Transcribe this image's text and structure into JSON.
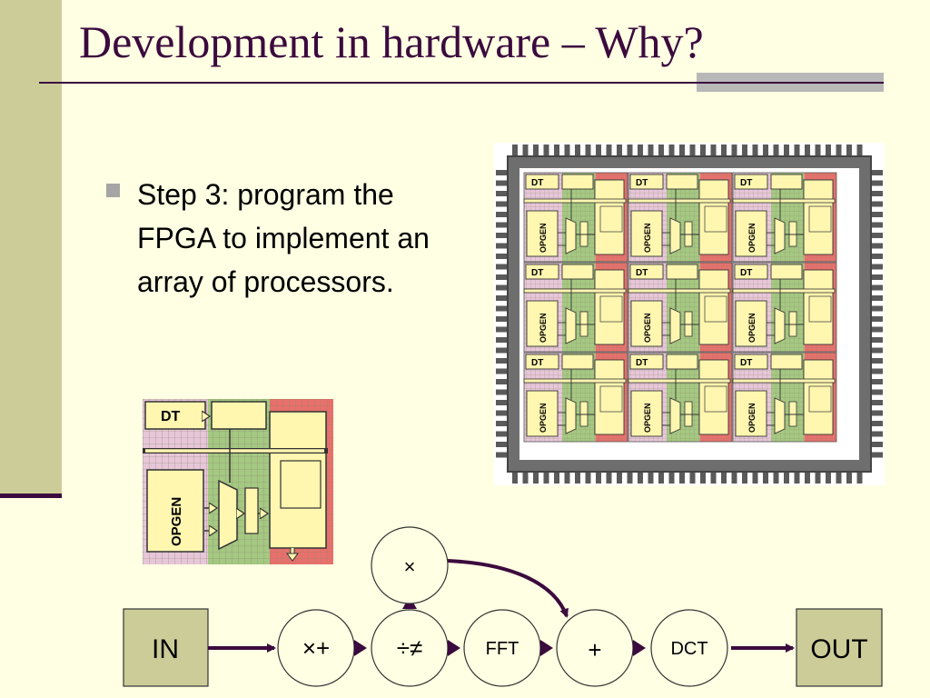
{
  "slide": {
    "title": "Development in hardware – Why?",
    "bullet": "Step 3: program the FPGA to implement an array of processors."
  },
  "processor": {
    "dt_label": "DT",
    "opgen_label": "OPGEN"
  },
  "flow": {
    "in_label": "IN",
    "out_label": "OUT",
    "nodes": [
      "×+",
      "÷≠",
      "FFT",
      "+",
      "DCT"
    ],
    "top_node": "×"
  },
  "colors": {
    "background": "#FFFFE3",
    "accent_bar": "#CCCC99",
    "title": "#3B0A3E",
    "chip": "#6E6E6E",
    "cell_pink": "#E7C6D9",
    "cell_green": "#A5C882",
    "cell_red": "#E8706C",
    "block_fill": "#FFF6B0"
  }
}
